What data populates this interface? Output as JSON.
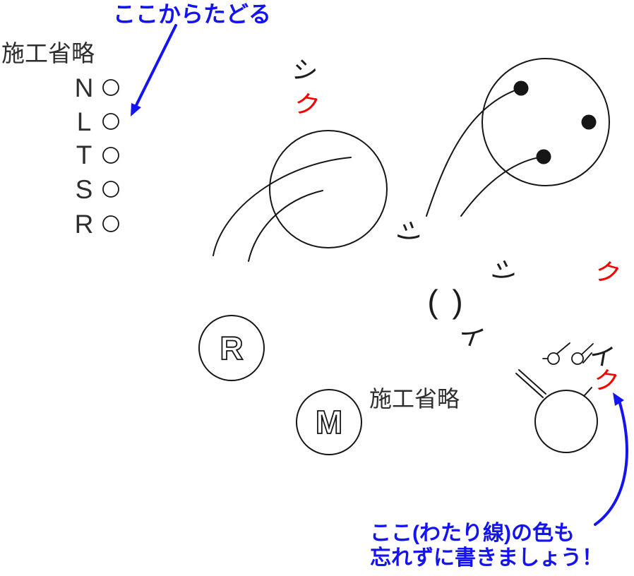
{
  "colors": {
    "line_black": "#161616",
    "annotation_blue": "#1414f0",
    "wire_color_red": "#f70000",
    "gray_text": "#2e2e2e"
  },
  "top_annotation": {
    "text": "ここからたどる"
  },
  "terminal_block": {
    "label": "施工省略",
    "terminals": [
      "N",
      "L",
      "T",
      "S",
      "R"
    ]
  },
  "devices": {
    "r_label": "R",
    "m_label": "M",
    "m_note": "施工省略"
  },
  "junction_labels": {
    "shiro": "シ",
    "kuro": "ク",
    "switch_i": "イ",
    "paren_open": "(",
    "paren_close": ")"
  },
  "bottom_annotation": {
    "line1": "ここ(わたり線)の色も",
    "line2": "忘れずに書きましょう！"
  }
}
